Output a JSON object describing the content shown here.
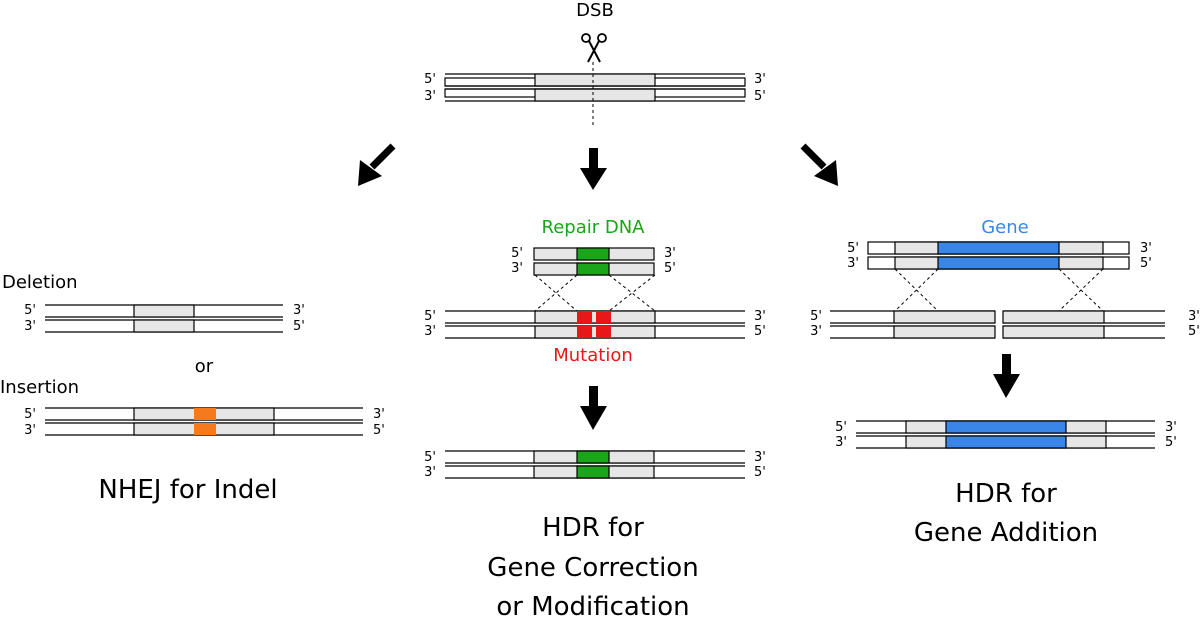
{
  "colors": {
    "repair_green": "#1aa51a",
    "mutation_red": "#e81818",
    "gene_blue": "#3a86e8",
    "insertion_orange": "#f47a1c",
    "region_grey": "#e6e6e6"
  },
  "dsb_label": "DSB",
  "repair_dna_label": "Repair DNA",
  "mutation_label": "Mutation",
  "gene_label": "Gene",
  "deletion_label": "Deletion",
  "or_label": "or",
  "insertion_label": "Insertion",
  "nhej_title": "NHEJ for Indel",
  "hdr_correction_title": [
    "HDR for",
    "Gene Correction",
    "or Modification"
  ],
  "hdr_addition_title": [
    "HDR for",
    "Gene Addition"
  ],
  "ends": {
    "five": "5'",
    "three": "3'"
  },
  "icons": {
    "scissors": "scissors-icon"
  }
}
